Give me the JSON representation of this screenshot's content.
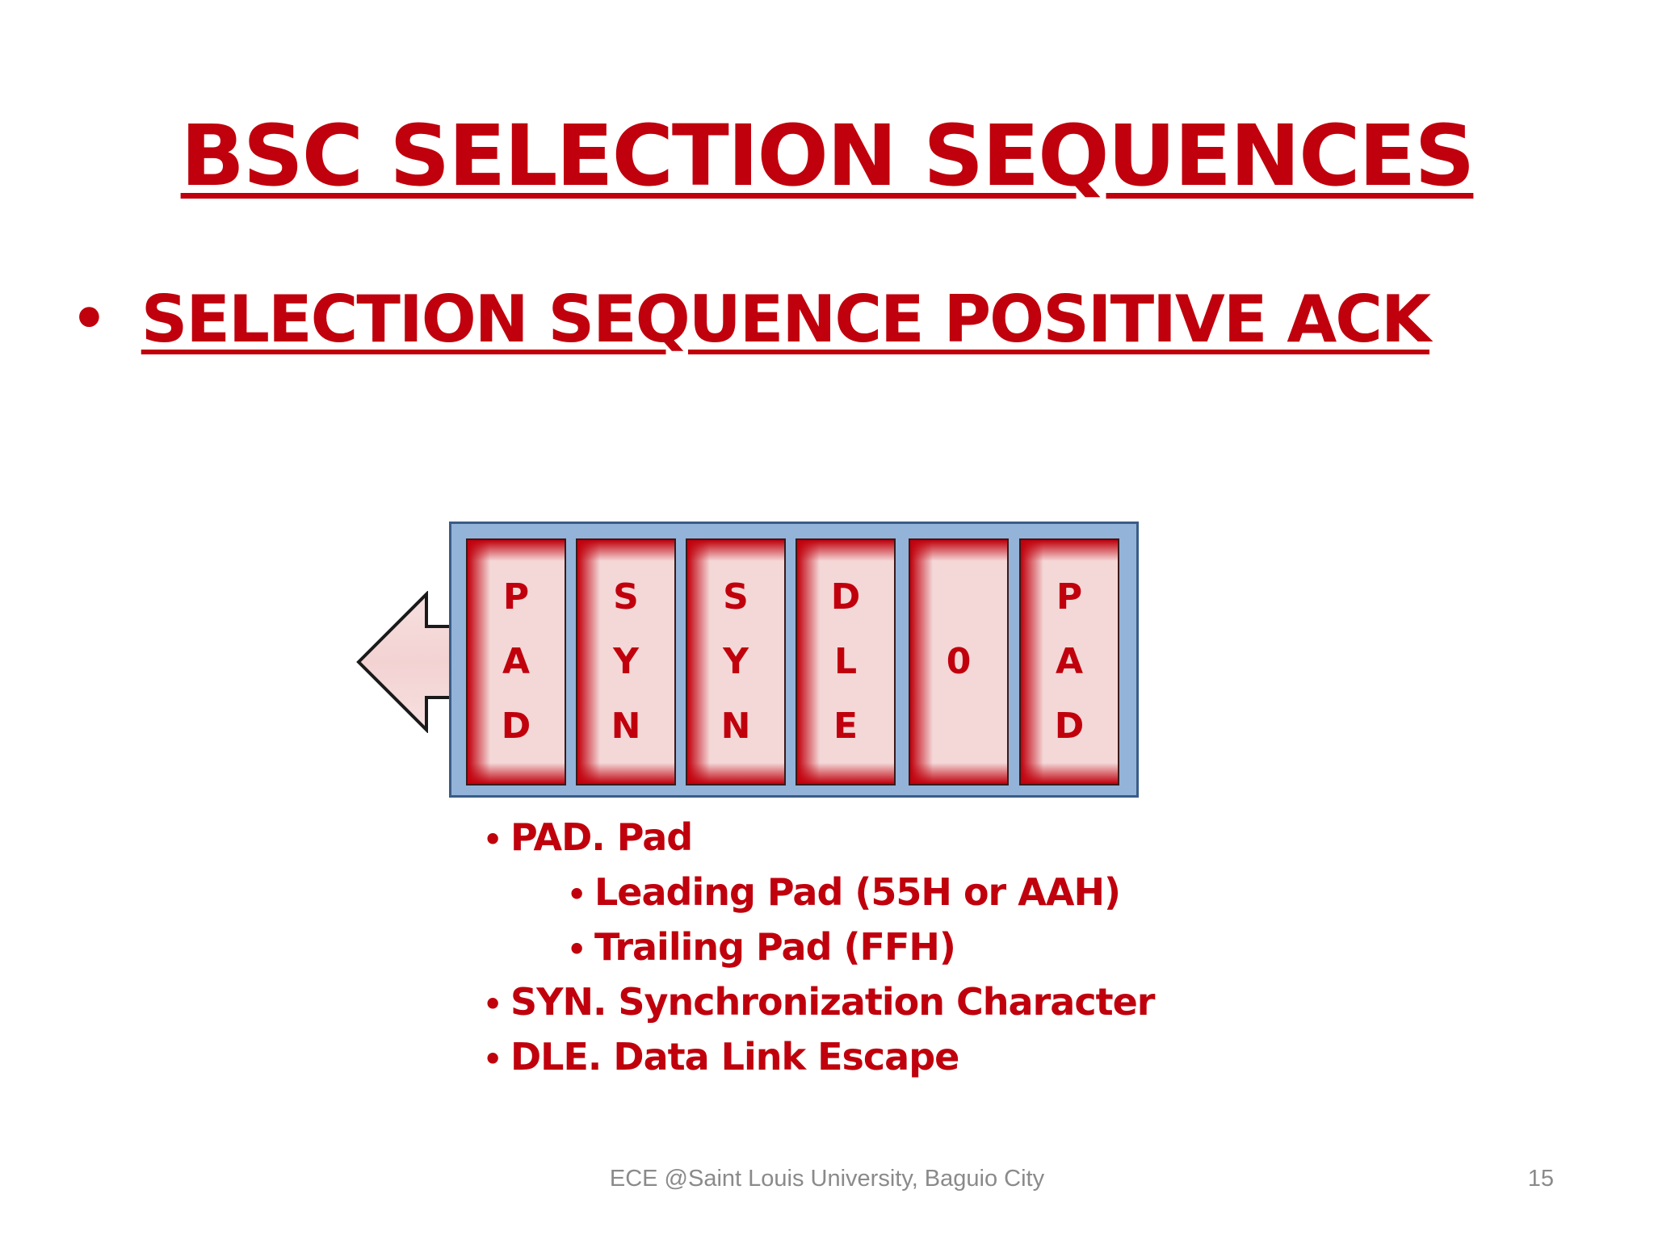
{
  "slide": {
    "title": "BSC SELECTION SEQUENCES",
    "bullet": "SELECTION SEQUENCE POSITIVE ACK",
    "frame": {
      "direction": "left",
      "cells": [
        {
          "chars": [
            "P",
            "A",
            "D"
          ]
        },
        {
          "chars": [
            "S",
            "Y",
            "N"
          ]
        },
        {
          "chars": [
            "S",
            "Y",
            "N"
          ]
        },
        {
          "chars": [
            "D",
            "L",
            "E"
          ]
        },
        {
          "chars": [
            "0"
          ]
        },
        {
          "chars": [
            "P",
            "A",
            "D"
          ]
        }
      ],
      "colors": {
        "box_fill": "#93b3d8",
        "box_border": "#3a5c87",
        "cell_fill": "#f4d7d7",
        "cell_accent": "#c0000c"
      }
    },
    "legend": [
      {
        "text": "PAD.  Pad",
        "level": 1
      },
      {
        "text": "Leading Pad (55H or AAH)",
        "level": 2
      },
      {
        "text": "Trailing Pad (FFH)",
        "level": 2
      },
      {
        "text": "SYN. Synchronization Character",
        "level": 1
      },
      {
        "text": "DLE. Data Link Escape",
        "level": 1
      }
    ],
    "footer": "ECE @Saint Louis University, Baguio City",
    "page_number": "15",
    "colors": {
      "accent": "#c0000c",
      "footer_text": "#8a8a8a"
    }
  }
}
